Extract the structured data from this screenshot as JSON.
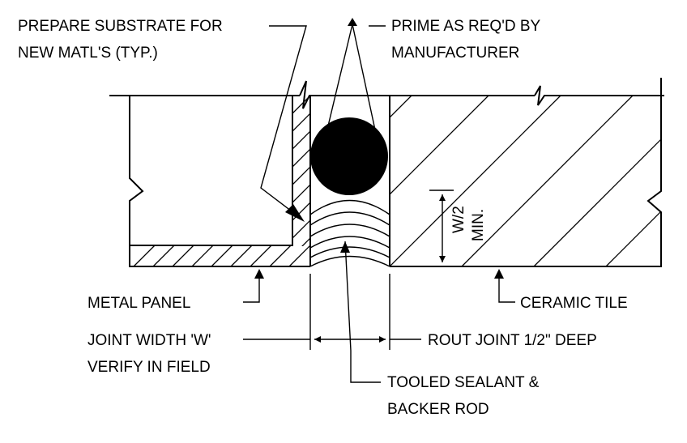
{
  "labels": {
    "prepare_substrate_1": "PREPARE SUBSTRATE FOR",
    "prepare_substrate_2": "NEW MATL'S (TYP.)",
    "prime_1": "PRIME AS REQ'D BY",
    "prime_2": "MANUFACTURER",
    "metal_panel": "METAL PANEL",
    "ceramic_tile": "CERAMIC TILE",
    "joint_width_1": "JOINT WIDTH 'W'",
    "joint_width_2": "VERIFY IN FIELD",
    "rout_joint": "ROUT JOINT 1/2\" DEEP",
    "tooled_sealant_1": "TOOLED SEALANT &",
    "tooled_sealant_2": "BACKER ROD",
    "dim_w2": "W/2",
    "dim_min": "MIN."
  },
  "colors": {
    "ink": "#000000",
    "background": "#ffffff"
  }
}
